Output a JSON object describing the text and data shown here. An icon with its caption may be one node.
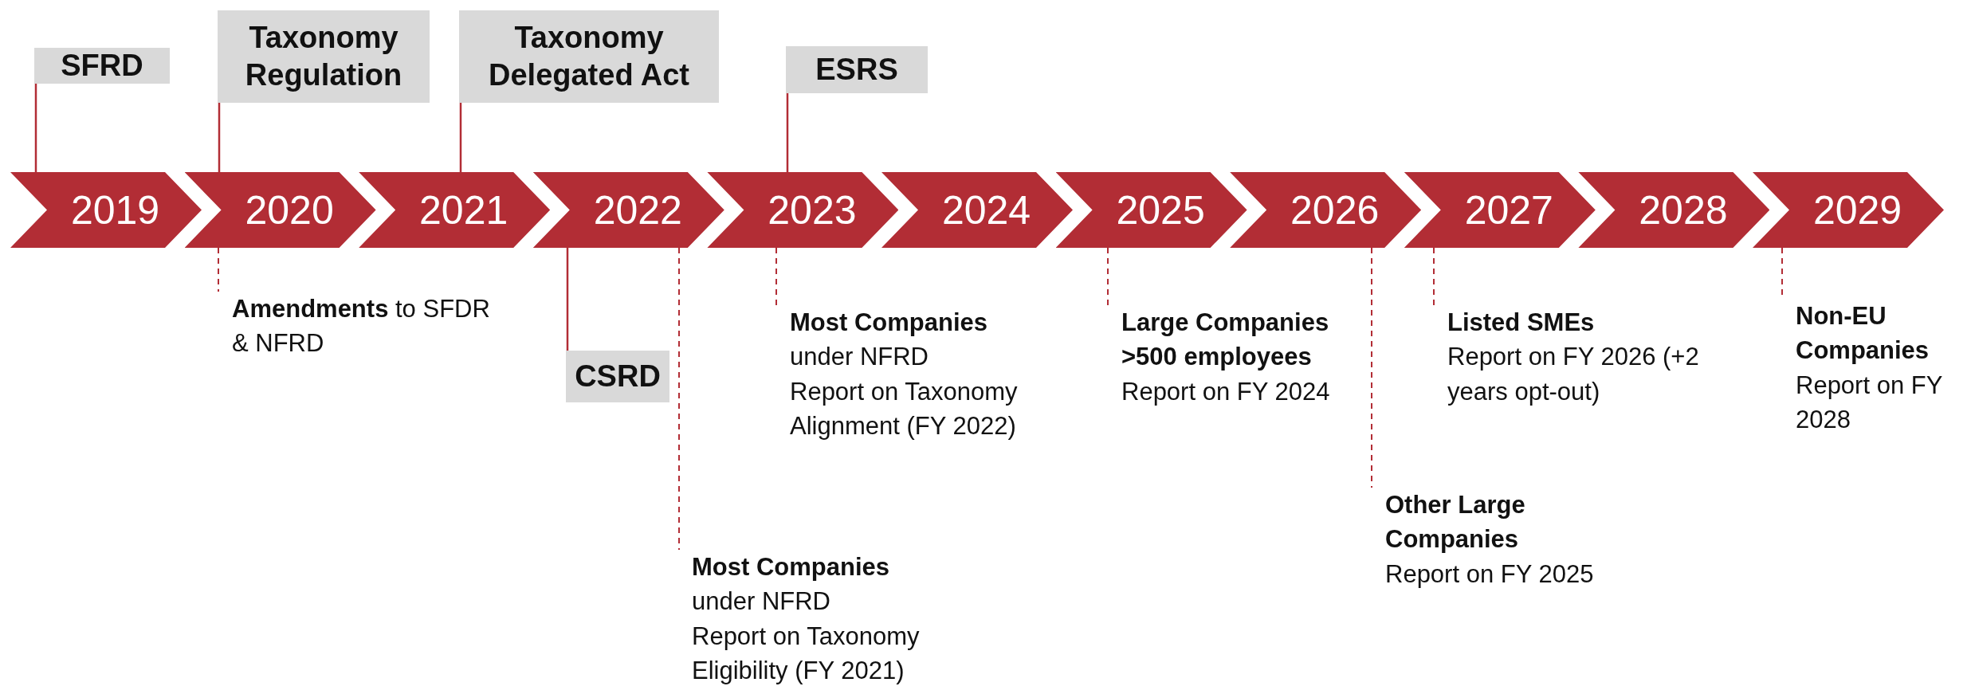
{
  "diagram": {
    "nodes": [
      {
        "text": [
          "2019"
        ]
      },
      {
        "text": [
          "2020"
        ]
      },
      {
        "text": [
          "2021"
        ]
      },
      {
        "text": [
          "2022"
        ]
      },
      {
        "text": [
          "2023"
        ]
      },
      {
        "text": [
          "2024"
        ]
      },
      {
        "text": [
          "2025"
        ]
      },
      {
        "text": [
          "2026"
        ]
      },
      {
        "text": [
          "2027"
        ]
      },
      {
        "text": [
          "2028"
        ]
      },
      {
        "text": [
          "2029"
        ]
      },
      {
        "text": [
          "SFRD"
        ]
      },
      {
        "text": [
          "Taxonomy Regulation"
        ]
      },
      {
        "text": [
          "Taxonomy Delegated Act"
        ]
      },
      {
        "text": [
          "ESRS"
        ]
      },
      {
        "text": [
          "CSRD"
        ]
      },
      {
        "text": [
          "**Amendments** to SFDR & NFRD"
        ]
      },
      {
        "text": [
          "Most Companies",
          "under NFRD",
          "Report on Taxonomy Alignment (FY 2022)"
        ]
      },
      {
        "text": [
          "Most Companies",
          "under NFRD",
          "Report on Taxonomy Eligibility (FY 2021)"
        ]
      },
      {
        "text": [
          "Large Companies >500 employees",
          "Report on FY 2024"
        ]
      },
      {
        "text": [
          "Other Large Companies",
          "Report on FY 2025"
        ]
      },
      {
        "text": [
          "Listed SMEs",
          "Report on FY 2026 (+2 years opt-out)"
        ]
      },
      {
        "text": [
          "Non-EU Companies",
          "Report on FY 2028"
        ]
      }
    ],
    "edges": [
      {
        "from": 11,
        "to": 0,
        "arrow": "none"
      },
      {
        "from": 12,
        "to": 1,
        "arrow": "none"
      },
      {
        "from": 13,
        "to": 2,
        "arrow": "none"
      },
      {
        "from": 14,
        "to": 4,
        "arrow": "none"
      },
      {
        "from": 3,
        "to": 15,
        "arrow": "none"
      },
      {
        "from": 1,
        "to": 16,
        "arrow": "none",
        "style": "dashed"
      },
      {
        "from": 3,
        "to": 18,
        "arrow": "none",
        "style": "dashed"
      },
      {
        "from": 4,
        "to": 17,
        "arrow": "none",
        "style": "dashed"
      },
      {
        "from": 6,
        "to": 19,
        "arrow": "none",
        "style": "dashed"
      },
      {
        "from": 7,
        "to": 20,
        "arrow": "none",
        "style": "dashed"
      },
      {
        "from": 8,
        "to": 21,
        "arrow": "none",
        "style": "dashed"
      },
      {
        "from": 10,
        "to": 22,
        "arrow": "none",
        "style": "dashed"
      }
    ]
  }
}
